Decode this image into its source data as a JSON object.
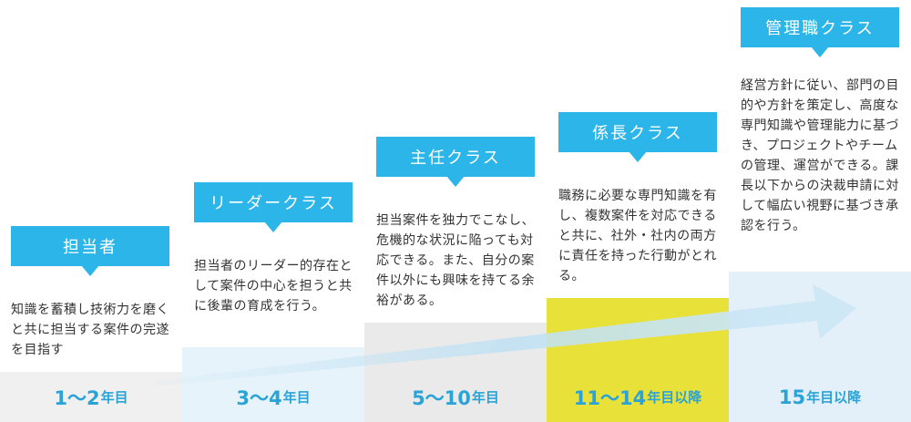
{
  "colors": {
    "badge": "#2cb5e8",
    "year_text": "#2aa3d6",
    "arrow": "#cfe8f6",
    "highlight": "#e7e13a",
    "stage_band": "#eaeaea",
    "stage_band_light": "#f0f0f0"
  },
  "stages": [
    {
      "title": "担当者",
      "description": "知識を蓄積し技術力を磨くと共に担当する案件の完遂を目指す",
      "years_num": "1〜2",
      "years_suffix": "年目"
    },
    {
      "title": "リーダークラス",
      "description": "担当者のリーダー的存在として案件の中心を担うと共に後輩の育成を行う。",
      "years_num": "3〜4",
      "years_suffix": "年目"
    },
    {
      "title": "主任クラス",
      "description": "担当案件を独力でこなし、危機的な状況に陥っても対応できる。また、自分の案件以外にも興味を持てる余裕がある。",
      "years_num": "5〜10",
      "years_suffix": "年目"
    },
    {
      "title": "係長クラス",
      "description": "職務に必要な専門知識を有し、複数案件を対応できると共に、社外・社内の両方に責任を持った行動がとれる。",
      "years_num": "11〜14",
      "years_suffix": "年目以降"
    },
    {
      "title": "管理職クラス",
      "description": "経営方針に従い、部門の目的や方針を策定し、高度な専門知識や管理能力に基づき、プロジェクトやチームの管理、運営ができる。課長以下からの決裁申請に対して幅広い視野に基づき承認を行う。",
      "years_num": "15",
      "years_suffix": "年目以降"
    }
  ]
}
